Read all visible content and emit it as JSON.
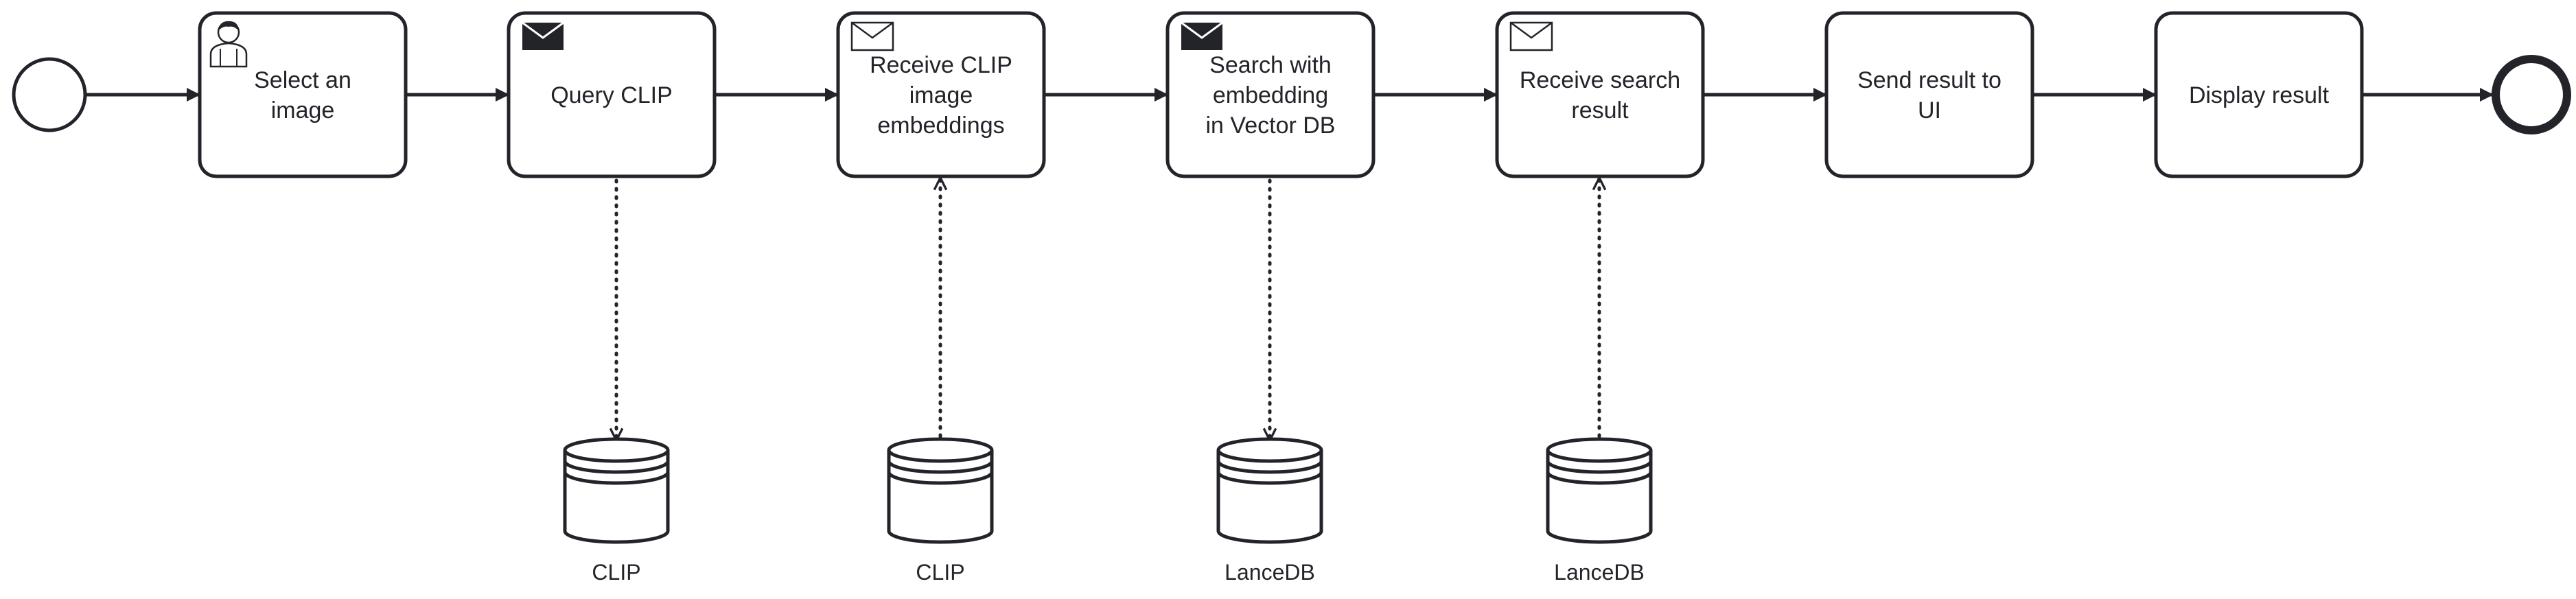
{
  "diagram": {
    "tasks": [
      {
        "id": "t1",
        "type": "user",
        "lines": [
          "Select an",
          "image"
        ]
      },
      {
        "id": "t2",
        "type": "send",
        "lines": [
          "Query CLIP"
        ]
      },
      {
        "id": "t3",
        "type": "receive",
        "lines": [
          "Receive CLIP",
          "image",
          "embeddings"
        ]
      },
      {
        "id": "t4",
        "type": "send",
        "lines": [
          "Search with",
          "embedding",
          "in Vector DB"
        ]
      },
      {
        "id": "t5",
        "type": "receive",
        "lines": [
          "Receive search",
          "result"
        ]
      },
      {
        "id": "t6",
        "type": "none",
        "lines": [
          "Send result to",
          "UI"
        ]
      },
      {
        "id": "t7",
        "type": "none",
        "lines": [
          "Display result"
        ]
      }
    ],
    "data_stores": [
      {
        "id": "s1",
        "label": "CLIP",
        "linked_task": "t2",
        "direction": "output"
      },
      {
        "id": "s2",
        "label": "CLIP",
        "linked_task": "t3",
        "direction": "input"
      },
      {
        "id": "s3",
        "label": "LanceDB",
        "linked_task": "t4",
        "direction": "output"
      },
      {
        "id": "s4",
        "label": "LanceDB",
        "linked_task": "t5",
        "direction": "input"
      }
    ],
    "events": {
      "start": "start-event",
      "end": "end-event"
    },
    "colors": {
      "stroke": "#22242a",
      "fill": "#ffffff"
    }
  }
}
